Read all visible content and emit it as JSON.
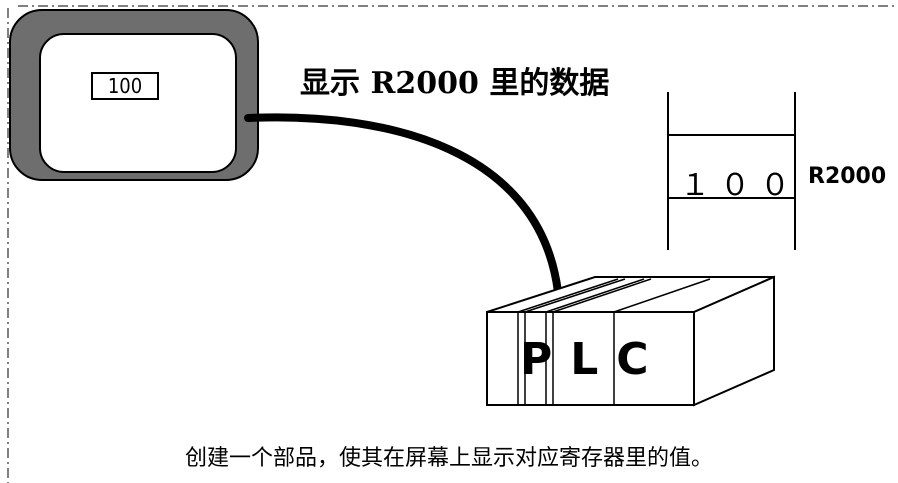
{
  "title": "显示 R2000 里的数据",
  "hmi": {
    "display_value": "100"
  },
  "register": {
    "value": "１００",
    "name": "R2000"
  },
  "plc": {
    "label": "PLC"
  },
  "caption": "创建一个部品，使其在屏幕上显示对应寄存器里的值。",
  "colors": {
    "line": "#000000",
    "bezel": "#6e6e6e",
    "background": "#ffffff"
  }
}
